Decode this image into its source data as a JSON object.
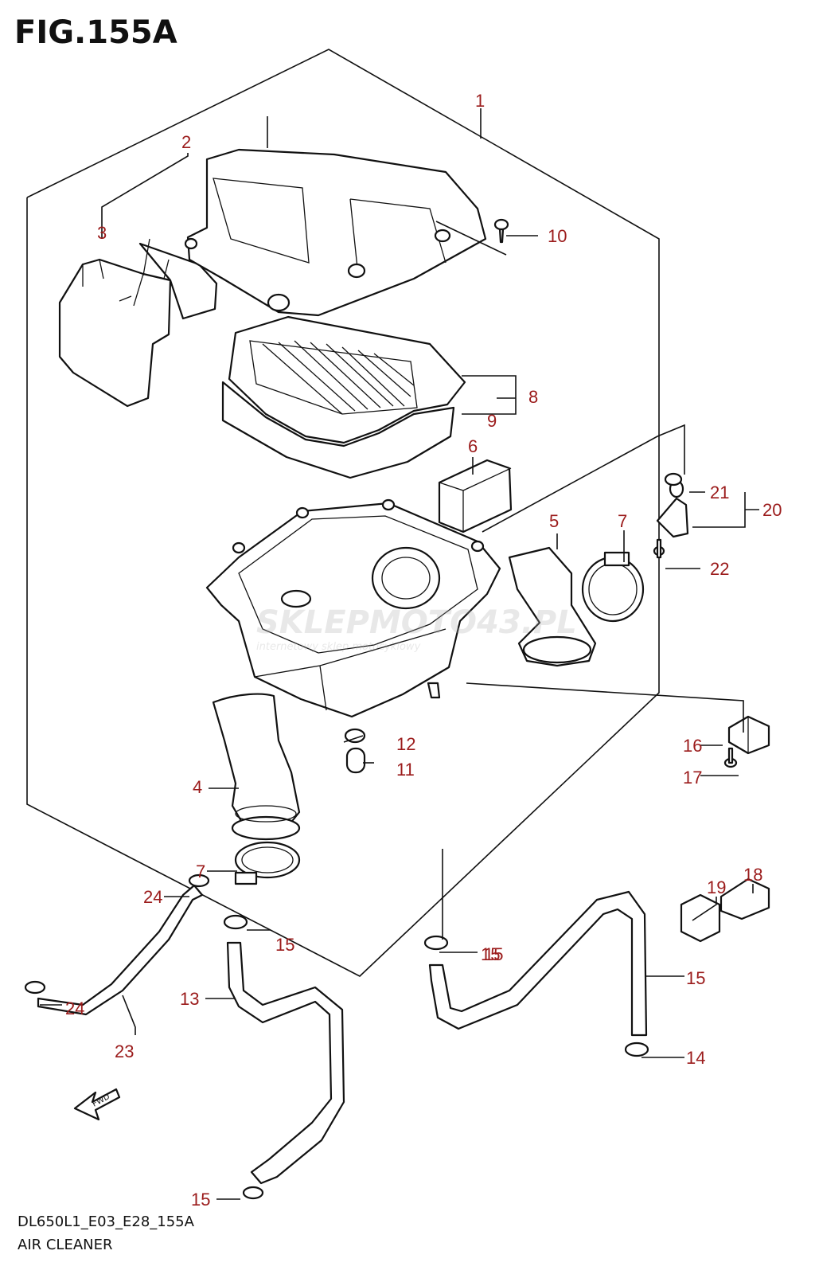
{
  "figure": {
    "title": "FIG.155A",
    "model_code": "DL650L1_E03_E28_155A",
    "name": "AIR CLEANER"
  },
  "watermark": {
    "brand_a": "SKLEP",
    "brand_b": "MOTO",
    "brand_c": "43",
    "domain": ".PL",
    "tagline": "internetowy sklep motocyklowy"
  },
  "direction_marker": "FWD",
  "callouts": [
    "1",
    "2",
    "3",
    "4",
    "5",
    "6",
    "7",
    "8",
    "9",
    "10",
    "11",
    "12",
    "15",
    "16",
    "17",
    "20",
    "21",
    "22",
    "18",
    "19",
    "7",
    "24",
    "15",
    "15",
    "14",
    "13",
    "23",
    "24",
    "15",
    "15"
  ]
}
